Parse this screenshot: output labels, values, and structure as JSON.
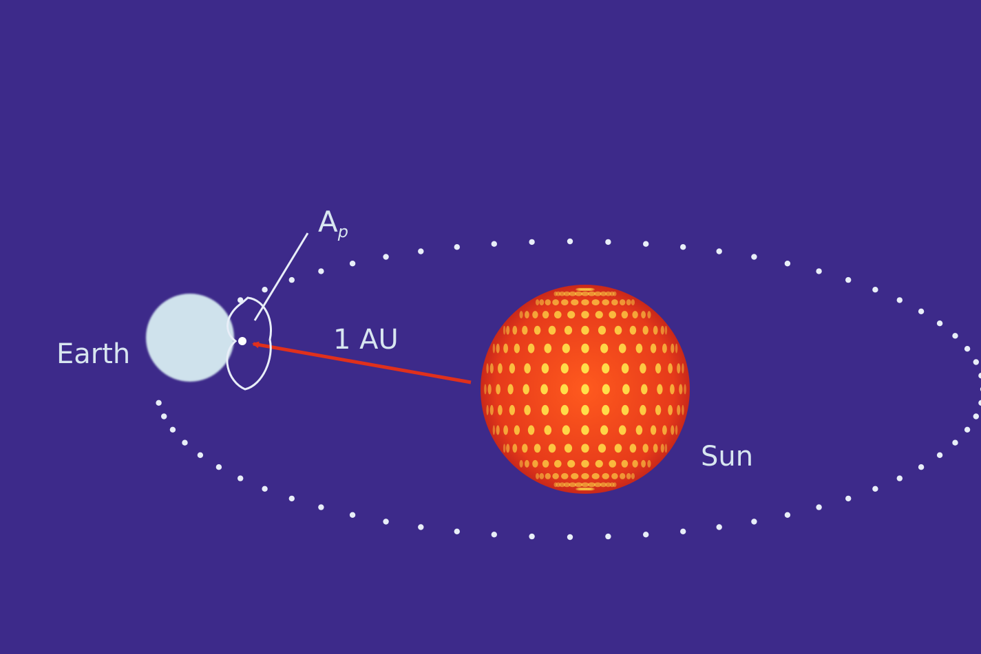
{
  "colors": {
    "background": "#3d2a8a",
    "orbit_dots": "#e8eef8",
    "earth": "#cfe2ec",
    "sun_outer": "#e03a1c",
    "sun_spots": "#ffe14a",
    "arrow": "#e0301c",
    "label_text": "#d8e6f0"
  },
  "labels": {
    "earth": "Earth",
    "sun": "Sun",
    "distance": "1 AU",
    "lagrange_main": "A",
    "lagrange_sub": "p"
  },
  "icons": {
    "earth": "earth-planet-icon",
    "sun": "sun-star-icon",
    "orbit": "dotted-orbit-ellipse",
    "arrow": "distance-arrow"
  }
}
